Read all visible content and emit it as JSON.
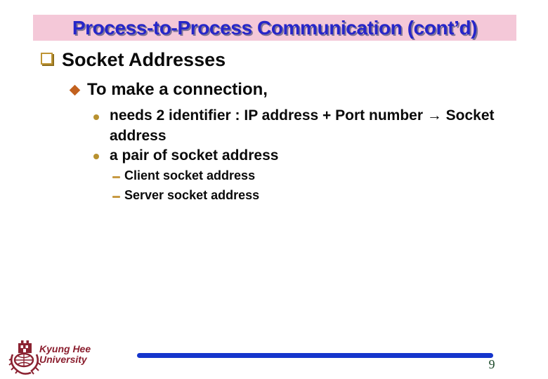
{
  "title": {
    "text": "Process-to-Process Communication (cont’d)"
  },
  "content": {
    "heading": "Socket Addresses",
    "subheading": "To make a connection,",
    "bullet1_line1": "needs 2 identifier : IP address + Port number → Socket",
    "bullet1_line2": "address",
    "bullet2": "a pair of socket address",
    "dash_items": [
      "Client socket address",
      "Server socket address"
    ]
  },
  "footer": {
    "institution_line1": "Kyung Hee",
    "institution_line2": "University",
    "page_number": "9"
  },
  "colors": {
    "title_text": "#2626c9",
    "title_background": "#f4c8d8",
    "checkbox_gold": "#be9433",
    "diamond_orange": "#c2611e",
    "circle_gold": "#b8912f",
    "dash_tan": "#c79a43",
    "footer_red": "#8b1f2f",
    "bar_blue": "#1535cc",
    "page_number_green": "#1c4a2a"
  }
}
